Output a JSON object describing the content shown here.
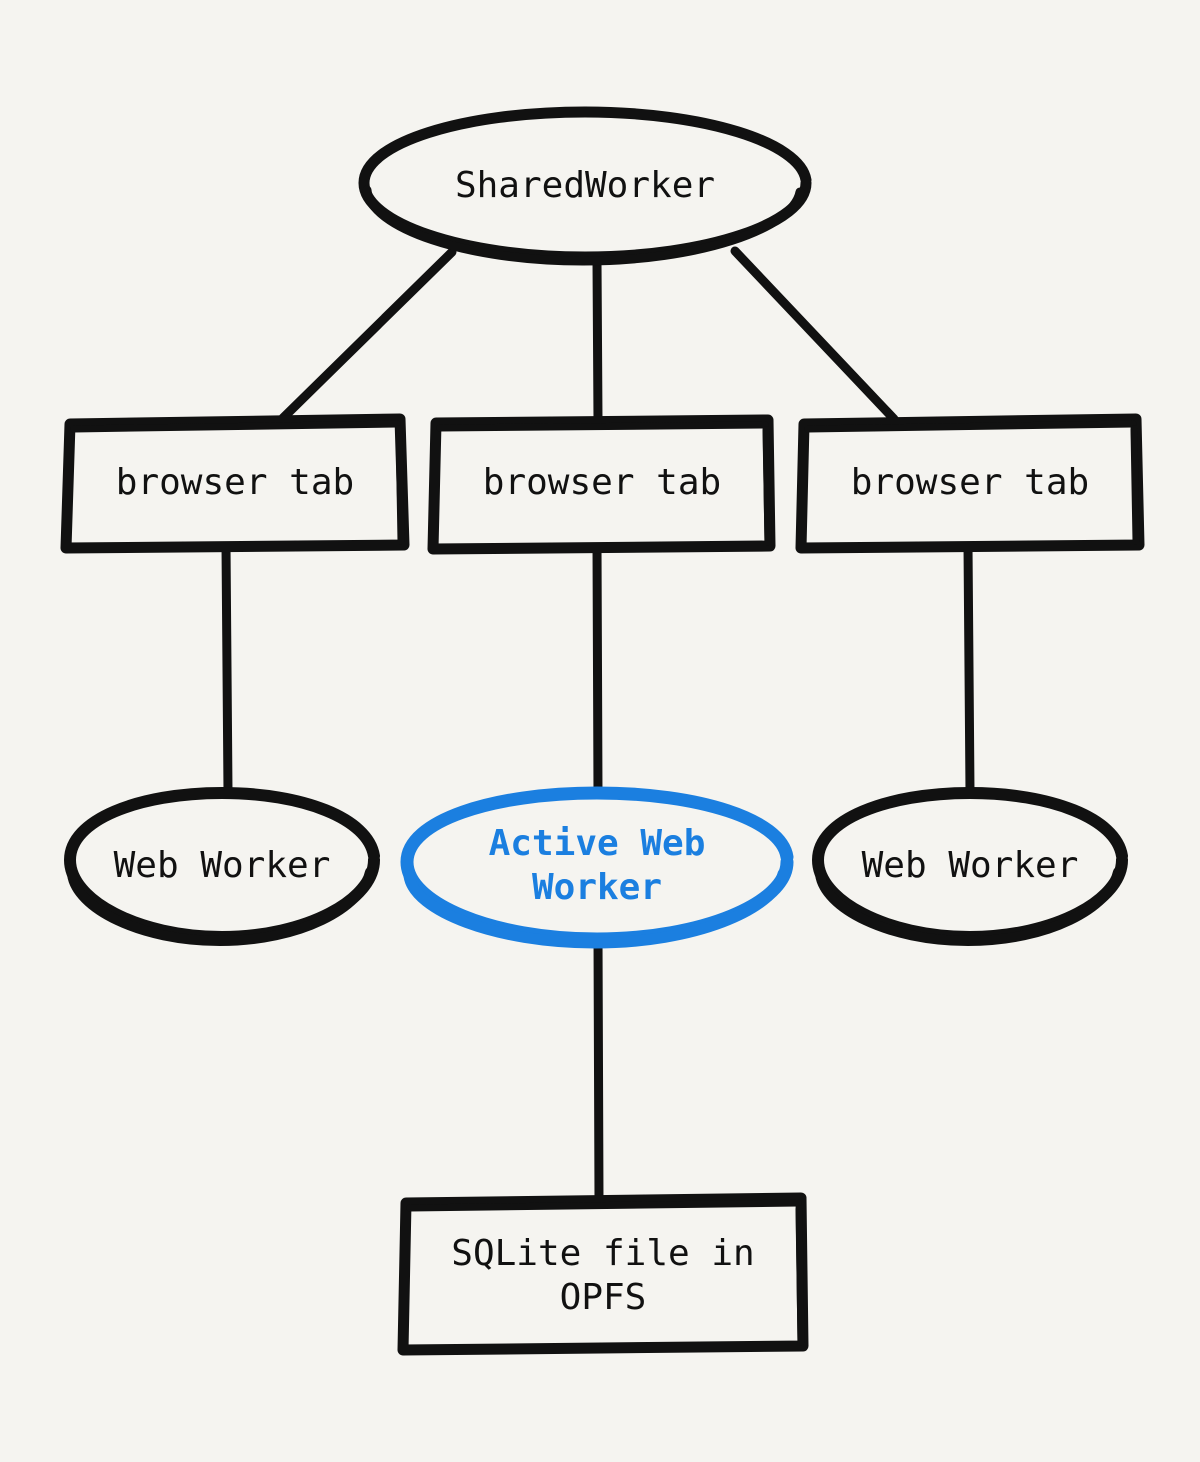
{
  "diagram": {
    "title": "SharedWorker to OPFS SQLite architecture",
    "background_color": "#F5F4F0",
    "stroke_color": "#111111",
    "accent_color": "#1B7FE0",
    "style": "hand-drawn",
    "nodes": {
      "shared_worker": {
        "label": "SharedWorker",
        "shape": "ellipse",
        "color": "#111111"
      },
      "browser_tab_left": {
        "label": "browser tab",
        "shape": "rectangle",
        "color": "#111111"
      },
      "browser_tab_center": {
        "label": "browser tab",
        "shape": "rectangle",
        "color": "#111111"
      },
      "browser_tab_right": {
        "label": "browser tab",
        "shape": "rectangle",
        "color": "#111111"
      },
      "web_worker_left": {
        "label": "Web Worker",
        "shape": "ellipse",
        "color": "#111111"
      },
      "active_web_worker": {
        "label": "Active Web\nWorker",
        "shape": "ellipse",
        "color": "#1B7FE0",
        "highlighted": true
      },
      "web_worker_right": {
        "label": "Web Worker",
        "shape": "ellipse",
        "color": "#111111"
      },
      "sqlite_file": {
        "label": "SQLite file in\nOPFS",
        "shape": "rectangle",
        "color": "#111111"
      }
    },
    "edges": [
      {
        "from": "shared_worker",
        "to": "browser_tab_left",
        "style": "solid",
        "arrow": "none"
      },
      {
        "from": "shared_worker",
        "to": "browser_tab_center",
        "style": "solid",
        "arrow": "none"
      },
      {
        "from": "shared_worker",
        "to": "browser_tab_right",
        "style": "solid",
        "arrow": "none"
      },
      {
        "from": "browser_tab_left",
        "to": "web_worker_left",
        "style": "solid",
        "arrow": "none"
      },
      {
        "from": "browser_tab_center",
        "to": "active_web_worker",
        "style": "solid",
        "arrow": "none"
      },
      {
        "from": "browser_tab_right",
        "to": "web_worker_right",
        "style": "solid",
        "arrow": "none"
      },
      {
        "from": "active_web_worker",
        "to": "sqlite_file",
        "style": "solid",
        "arrow": "none"
      }
    ]
  }
}
